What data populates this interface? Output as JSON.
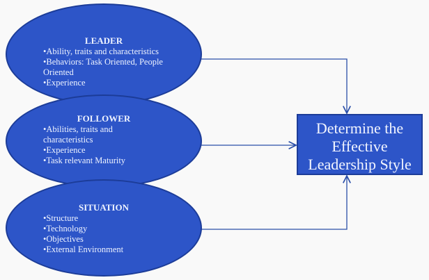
{
  "nodes": [
    {
      "title": "LEADER",
      "items": [
        "•Ability, traits and characteristics",
        "•Behaviors: Task Oriented, People Oriented",
        "•Experience"
      ]
    },
    {
      "title": "FOLLOWER",
      "items": [
        "•Abilities, traits and characteristics",
        "•Experience",
        "•Task relevant Maturity"
      ]
    },
    {
      "title": "SITUATION",
      "items": [
        "•Structure",
        "•Technology",
        "•Objectives",
        "•External Environment"
      ]
    }
  ],
  "target": {
    "label": "Determine the Effective Leadership Style"
  },
  "colors": {
    "fill": "#2d55c8",
    "border": "#1c3c98",
    "arrow": "#2a4ea8"
  }
}
